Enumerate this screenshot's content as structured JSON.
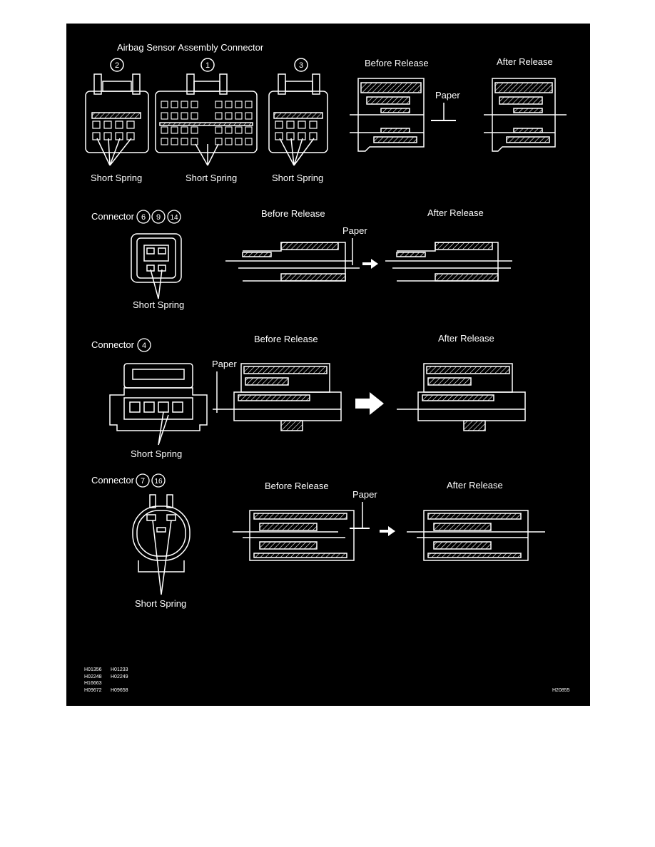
{
  "diagram": {
    "title": "Airbag Sensor Assembly Connector",
    "top_connector_numbers": [
      "2",
      "1",
      "3"
    ],
    "before_release": "Before Release",
    "after_release": "After Release",
    "paper": "Paper",
    "short_spring": "Short Spring",
    "connector_word": "Connector",
    "connector_a_numbers": [
      "6",
      "9",
      "14"
    ],
    "connector_b_numbers": [
      "4"
    ],
    "connector_c_numbers": [
      "7",
      "16"
    ],
    "codes_col1": [
      "H01356",
      "H02248",
      "H16663",
      "H09672"
    ],
    "codes_col2": [
      "H01233",
      "H02249",
      "H09658"
    ],
    "figure_code": "H20855"
  },
  "colors": {
    "background": "#000000",
    "line": "#ffffff"
  }
}
